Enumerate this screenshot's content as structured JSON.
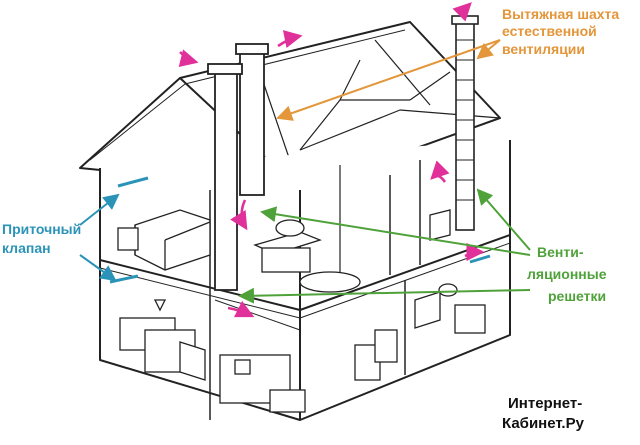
{
  "labels": {
    "exhaust_shaft": [
      "Вытяжная шахта",
      "естественной",
      "вентиляции"
    ],
    "supply_valve": [
      "Приточный",
      "клапан"
    ],
    "vent_grilles": [
      "Венти-",
      "ляционные",
      "решетки"
    ]
  },
  "watermark": [
    "Интернет-",
    "Кабинет.Ру"
  ],
  "colors": {
    "orange": "#e3963a",
    "blue": "#2b93b8",
    "green": "#4fa23a",
    "magenta": "#e0319a",
    "line": "#222222"
  }
}
